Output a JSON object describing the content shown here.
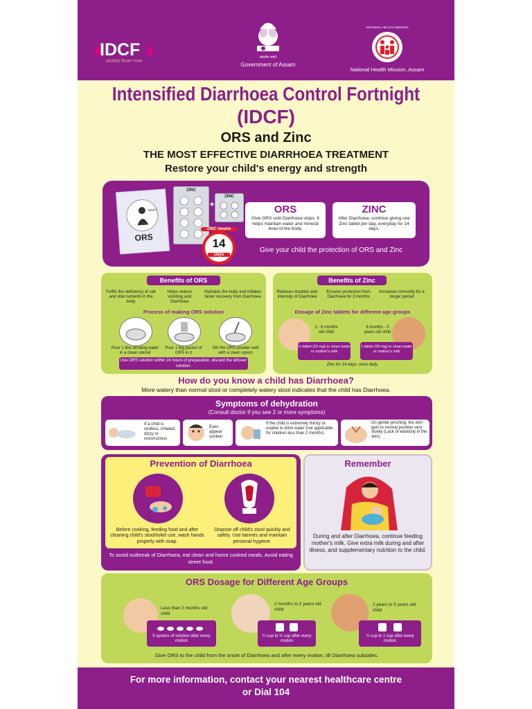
{
  "colors": {
    "purple": "#8d1e8a",
    "cream": "#fdf8c8",
    "green": "#bfd85a",
    "yellow": "#fdf07a",
    "maroon": "#9a1c3a"
  },
  "header": {
    "idcf_logo": "IDCF",
    "idcf_tagline": "ডায়েৰিয়া নিয়ন্ত্ৰণ পখেক",
    "gov_text": "Government of Assam",
    "gov_motto": "सत्यमेव जयते",
    "nhm_ring": "NATIONAL HEALTH MISSION",
    "nhm_text": "National Health Mission, Assam"
  },
  "title": {
    "line1": "Intensified Diarrhoea Control Fortnight",
    "line2": "(IDCF)",
    "subtitle": "ORS and Zinc",
    "tagline1": "THE MOST EFFECTIVE DIARRHOEA TREATMENT",
    "tagline2": "Restore your child's energy and strength"
  },
  "product_banner": {
    "ors_packet_label": "ORS",
    "ors_packet_small": "WHO",
    "zinc_strip1": "ZINC",
    "zinc_strip2": "ZINC",
    "plus": "+",
    "badge_top": "ZINC means",
    "badge_num": "14",
    "badge_bottom": "Days",
    "ors_box_title": "ORS",
    "ors_box_text": "Give ORS until Diarrhoea stops. It helps maintain water and mineral level of the body.",
    "zinc_box_title": "ZINC",
    "zinc_box_text": "After Diarrhoea, continue giving one Zinc tablet per day, everyday for 14 days.",
    "protection_text": "Give your child the protection of ORS and Zinc"
  },
  "benefits_ors": {
    "title": "Benefits of ORS",
    "items": [
      "Fulfils the deficiency of salt and vital nutrients in the body",
      "Helps reduce vomiting and Diarrhoea",
      "Hydrates the body and initiates faster recovery from Diarrhoea"
    ],
    "process_title": "Process of making ORS solution",
    "steps": [
      "Pour 1 litre drinking water in a clean utensil",
      "Pour 1 big packet of ORS in it",
      "Stir the ORS powder well with a clean spoon"
    ],
    "note": "Use ORS solution within 24 hours of preparation, discard the leftover solution."
  },
  "benefits_zinc": {
    "title": "Benefits of Zinc",
    "items": [
      "Reduces duration and intensity of Diarrhoea",
      "Ensures protection from Diarrhoea for 3 months",
      "Increases immunity for a longer period"
    ],
    "dosage_title": "Dosage of Zinc tablets for different age groups",
    "age1": "2 - 6 months old child",
    "age2": "6 months - 5 years old child",
    "dose1": "½ tablet (10 mg) in clean water or mother's milk",
    "dose2": "1 tablet (20 mg) in clean water or mother's milk",
    "note": "Zinc for 14 days, once daily."
  },
  "diarrhoea_question": {
    "title": "How do you know a child has Diarrhoea?",
    "text": "More watery than normal stool or completely watery stool indicates that the child has Diarrhoea."
  },
  "dehydration": {
    "title": "Symptoms of dehydration",
    "subtitle": "(Consult doctor if you see 2 or more symptoms)",
    "symptoms": [
      "If a child is restless, irritated, dizzy or unconscious",
      "Eyes appear sunken",
      "If the child is extremely thirsty or unable to drink water (not applicable for children less than 2 months)",
      "On gentle pinching, the skin gets to normal position very slowly (Lack of elasticity in the skin)"
    ]
  },
  "prevention": {
    "title": "Prevention of Diarrhoea",
    "item1": "Before cooking, feeding food and after cleaning child's stool/toilet use, wash hands properly with soap.",
    "item2": "Dispose off child's stool quickly and safely. Use latrines and maintain personal hygiene.",
    "footer": "To avoid outbreak of Diarrhoea, eat clean and home cooked meals. Avoid eating street food."
  },
  "remember": {
    "title": "Remember",
    "text": "During and after Diarrhoea, continue feeding mother's milk. Give extra milk during and after illness, and supplementary nutrition to the child."
  },
  "ors_dosage": {
    "title": "ORS Dosage for Different Age Groups",
    "groups": [
      {
        "age": "Less than 2 months old child",
        "dose": "5 spoons of solution after every motion"
      },
      {
        "age": "2 months to 2 years old child",
        "dose": "¼ cup to ½ cup after every motion"
      },
      {
        "age": "2 years to 5 years old child",
        "dose": "½ cup to 1 cup after every motion"
      }
    ],
    "footer": "Give ORS to the child from the onset of Diarrhoea and after every motion, till Diarrhoea subsides."
  },
  "footer": {
    "line1": "For more information, contact your nearest healthcare centre",
    "line2": "or Dial 104"
  }
}
